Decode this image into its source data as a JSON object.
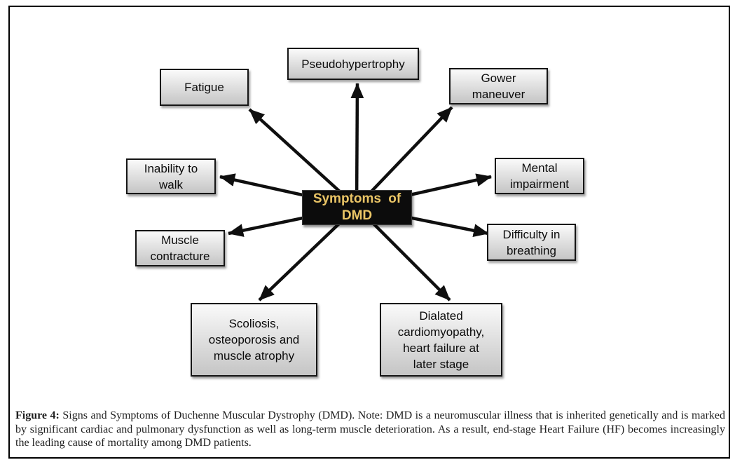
{
  "diagram": {
    "center": {
      "line1": "Symptoms of",
      "line2": "DMD"
    },
    "nodes": [
      {
        "id": "fatigue",
        "label": "Fatigue"
      },
      {
        "id": "pseudohypertrophy",
        "label": "Pseudohypertrophy"
      },
      {
        "id": "gower-maneuver",
        "label": "Gower maneuver"
      },
      {
        "id": "inability-to-walk",
        "label": "Inability to walk"
      },
      {
        "id": "mental-impairment",
        "label": "Mental impairment"
      },
      {
        "id": "muscle-contracture",
        "label": "Muscle contracture"
      },
      {
        "id": "difficulty-in-breathing",
        "label": "Difficulty in breathing"
      },
      {
        "id": "scoliosis-osteoporosis-muscle-atrophy",
        "label": "Scoliosis, osteoporosis and muscle atrophy"
      },
      {
        "id": "dialated-cardiomyopathy",
        "label": "Dialated cardiomyopathy, heart failure at later stage"
      }
    ],
    "colors": {
      "node_fill_top": "#fafafa",
      "node_fill_bottom": "#c5c5c5",
      "node_border": "#151515",
      "center_fill": "#0c0c0c",
      "center_text": "#eac566",
      "arrow": "#0f0f0f"
    }
  },
  "caption": {
    "label": "Figure 4:",
    "text": "Signs and Symptoms of Duchenne Muscular Dystrophy (DMD). Note: DMD is a neuromuscular illness that is inherited genetically and is marked by significant cardiac and pulmonary dysfunction as well as long-term muscle deterioration. As a result, end-stage Heart Failure (HF) becomes increasingly the leading cause of mortality among DMD patients."
  }
}
